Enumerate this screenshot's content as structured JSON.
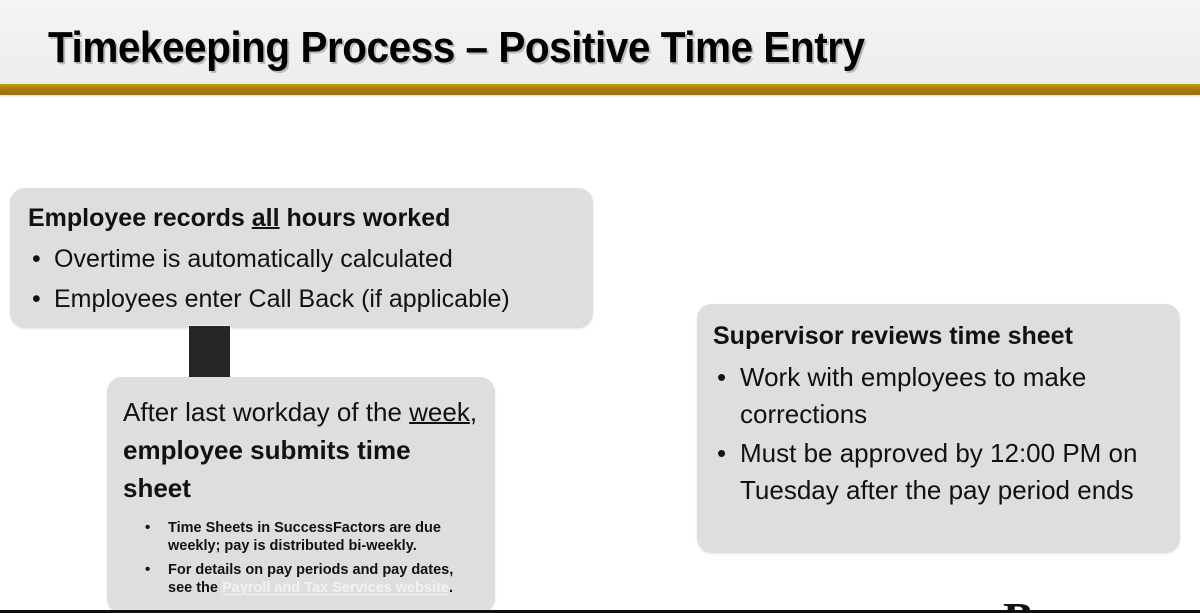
{
  "slide": {
    "title": "Timekeeping Process – Positive Time Entry",
    "accent_color": "#a8790a",
    "box_fill_color": "#dedede",
    "connector_color": "#262626",
    "header_background_color": "#f1f1f1"
  },
  "boxes": {
    "employee_records": {
      "heading_part1": "Employee records ",
      "heading_emphasis": "all",
      "heading_part2": " hours worked",
      "bullets": [
        "Overtime is automatically calculated",
        "Employees enter Call Back (if applicable)"
      ]
    },
    "employee_submits": {
      "heading_part1": "After last workday of the ",
      "heading_emphasis": "week",
      "heading_part2": ", ",
      "heading_bold": "employee submits time sheet",
      "sub_bullets": [
        {
          "text": "Time Sheets in SuccessFactors are due weekly; pay is distributed bi-weekly.",
          "link_text": "",
          "text_after_link": ""
        },
        {
          "text": "For details on pay periods and pay dates, see the ",
          "link_text": "Payroll and Tax Services website",
          "text_after_link": "."
        }
      ]
    },
    "supervisor_reviews": {
      "heading": "Supervisor reviews time sheet",
      "bullets": [
        "Work with employees to make corrections",
        "Must be approved by 12:00 PM on Tuesday after the pay period ends"
      ]
    }
  },
  "connectors": {
    "vertical_label": "down-arrow-connector",
    "horizontal_label": "right-arrow-connector"
  },
  "footer": {
    "logo_fragment": "B"
  }
}
